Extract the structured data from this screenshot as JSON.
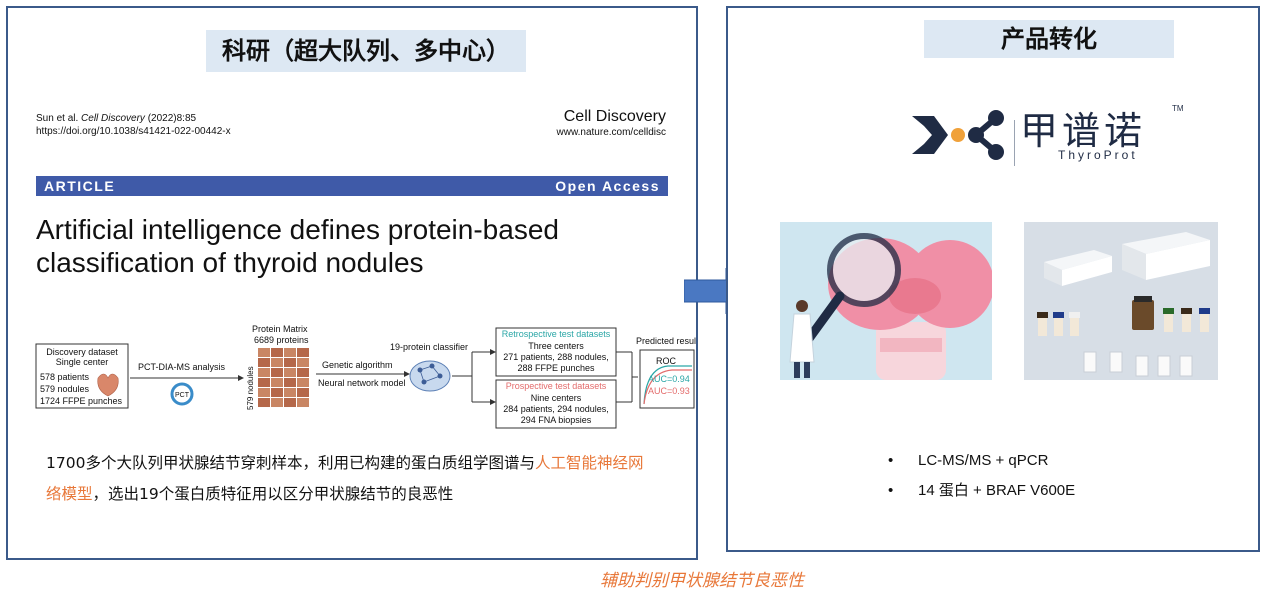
{
  "left": {
    "banner": "科研（超大队列、多中心）",
    "citation_line1_prefix": "Sun et al. ",
    "citation_journal": "Cell Discovery",
    "citation_line1_suffix": " (2022)8:85",
    "citation_line2": "https://doi.org/10.1038/s41421-022-00442-x",
    "journal_name": "Cell Discovery",
    "journal_url": "www.nature.com/celldisc",
    "ribbon_left": "ARTICLE",
    "ribbon_right": "Open Access",
    "headline_line1": "Artificial intelligence defines protein-based",
    "headline_line2": "classification of thyroid nodules",
    "diagram": {
      "discovery_title1": "Discovery dataset",
      "discovery_title2": "Single center",
      "discovery_l1": "578 patients",
      "discovery_l2": "579 nodules",
      "discovery_l3": "1724 FFPE punches",
      "pct_analysis": "PCT-DIA-MS analysis",
      "pct": "PCT",
      "matrix_title1": "Protein Matrix",
      "matrix_title2": "6689 proteins",
      "matrix_side": "579 nodules",
      "genetic": "Genetic algorithm",
      "neural": "Neural network model",
      "classifier": "19-protein classifier",
      "retro_title": "Retrospective test datasets",
      "retro_l1": "Three centers",
      "retro_l2": "271 patients, 288 nodules,",
      "retro_l3": "288 FFPE punches",
      "prosp_title": "Prospective test datasets",
      "prosp_l1": "Nine centers",
      "prosp_l2": "284 patients, 294 nodules,",
      "prosp_l3": "294 FNA biopsies",
      "predicted": "Predicted results",
      "roc": "ROC",
      "auc1": "AUC=0.94",
      "auc2": "AUC=0.93"
    },
    "summary_part1": "1700多个大队列甲状腺结节穿刺样本，利用已构建的蛋白质组学图谱与",
    "summary_highlight1": "人工智能神经网",
    "summary_highlight2": "络模型",
    "summary_part2": "，选出19个蛋白质特征用以区分甲状腺结节的良恶性"
  },
  "right": {
    "banner": "产品转化",
    "logo_cn": "甲谱诺",
    "logo_tm": "TM",
    "logo_en": "ThyroProt",
    "bullets": [
      "LC-MS/MS + qPCR",
      "14 蛋白 + BRAF V600E"
    ]
  },
  "caption": "辅助判别甲状腺结节良恶性",
  "colors": {
    "banner_bg": "#dde8f3",
    "ribbon": "#3f5aa8",
    "highlight": "#e8783a",
    "panel_border": "#3b5a8a",
    "arrow": "#4a78c2",
    "retro": "#2aa6a6",
    "prosp": "#e36b6b"
  }
}
